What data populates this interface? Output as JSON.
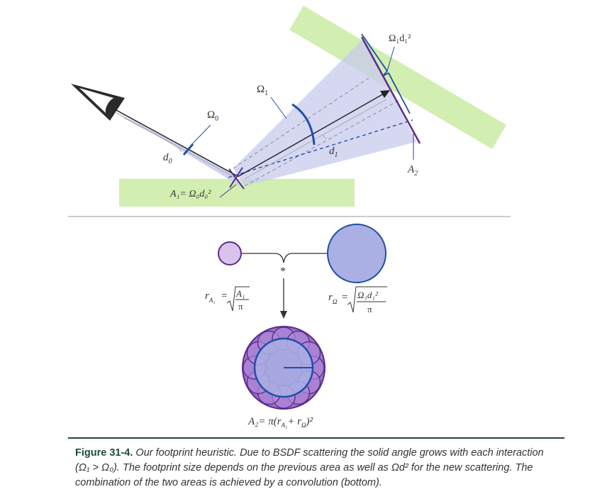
{
  "diagram": {
    "labels": {
      "omega0": "Ω",
      "omega0_sub": "0",
      "omega1": "Ω",
      "omega1_sub": "1",
      "omega1d1sq": "Ω₁d₁²",
      "d0": "d",
      "d0_sub": "0",
      "d1": "d",
      "d1_sub": "1",
      "a1_eq": "A₁= Ω₀d₀²",
      "a2": "A",
      "a2_sub": "2",
      "convolution": "*",
      "r_a1_lhs": "r",
      "r_a1_lhs_sub": "A₁",
      "r_a1_num": "A₁",
      "r_a1_den": "π",
      "r_omega_lhs": "r",
      "r_omega_lhs_sub": "Ω",
      "r_omega_num": "Ω₁d₁²",
      "r_omega_den": "π",
      "a2_formula": "A₂= π(r",
      "a2_formula_sub": "A₁",
      "a2_formula_rest": "+ r",
      "a2_formula_sub2": "Ω",
      "a2_formula_end": ")²",
      "equals": "="
    },
    "colors": {
      "green": "#d2eeb0",
      "cone": "#c8cbee",
      "blue": "#1f4fa8",
      "purple": "#5b2d8c",
      "small_circle": "#d9c2ec",
      "big_circle": "#aab0e4",
      "ring": "#9b72c9"
    }
  },
  "caption": {
    "label": "Figure 31-4.",
    "text": "Our footprint heuristic. Due to BSDF scattering the solid angle grows with each interaction (Ω₁ > Ω₀). The footprint size depends on the previous area as well as Ωd² for the new scattering. The combination of the two areas is achieved by a convolution (bottom)."
  }
}
